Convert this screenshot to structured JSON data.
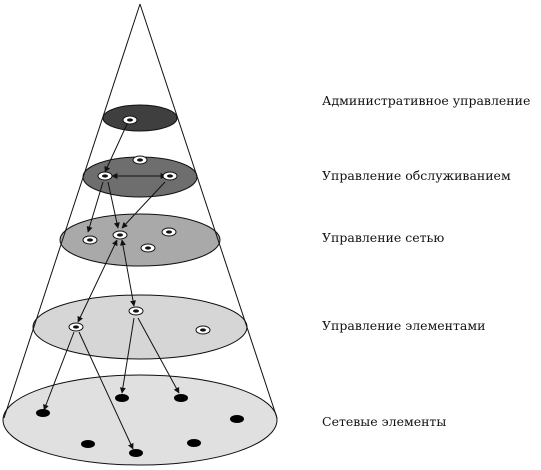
{
  "levels": [
    {
      "label": "Административное управление",
      "fill": "#3f3f3f"
    },
    {
      "label": "Управление обслуживанием",
      "fill": "#6e6e6e"
    },
    {
      "label": "Управление сетью",
      "fill": "#a9a9a9"
    },
    {
      "label": "Управление элементами",
      "fill": "#d6d6d6"
    },
    {
      "label": "Сетевые элементы",
      "fill": "#e0e0e0"
    }
  ],
  "colors": {
    "stroke": "#111111",
    "node": "#000000"
  }
}
